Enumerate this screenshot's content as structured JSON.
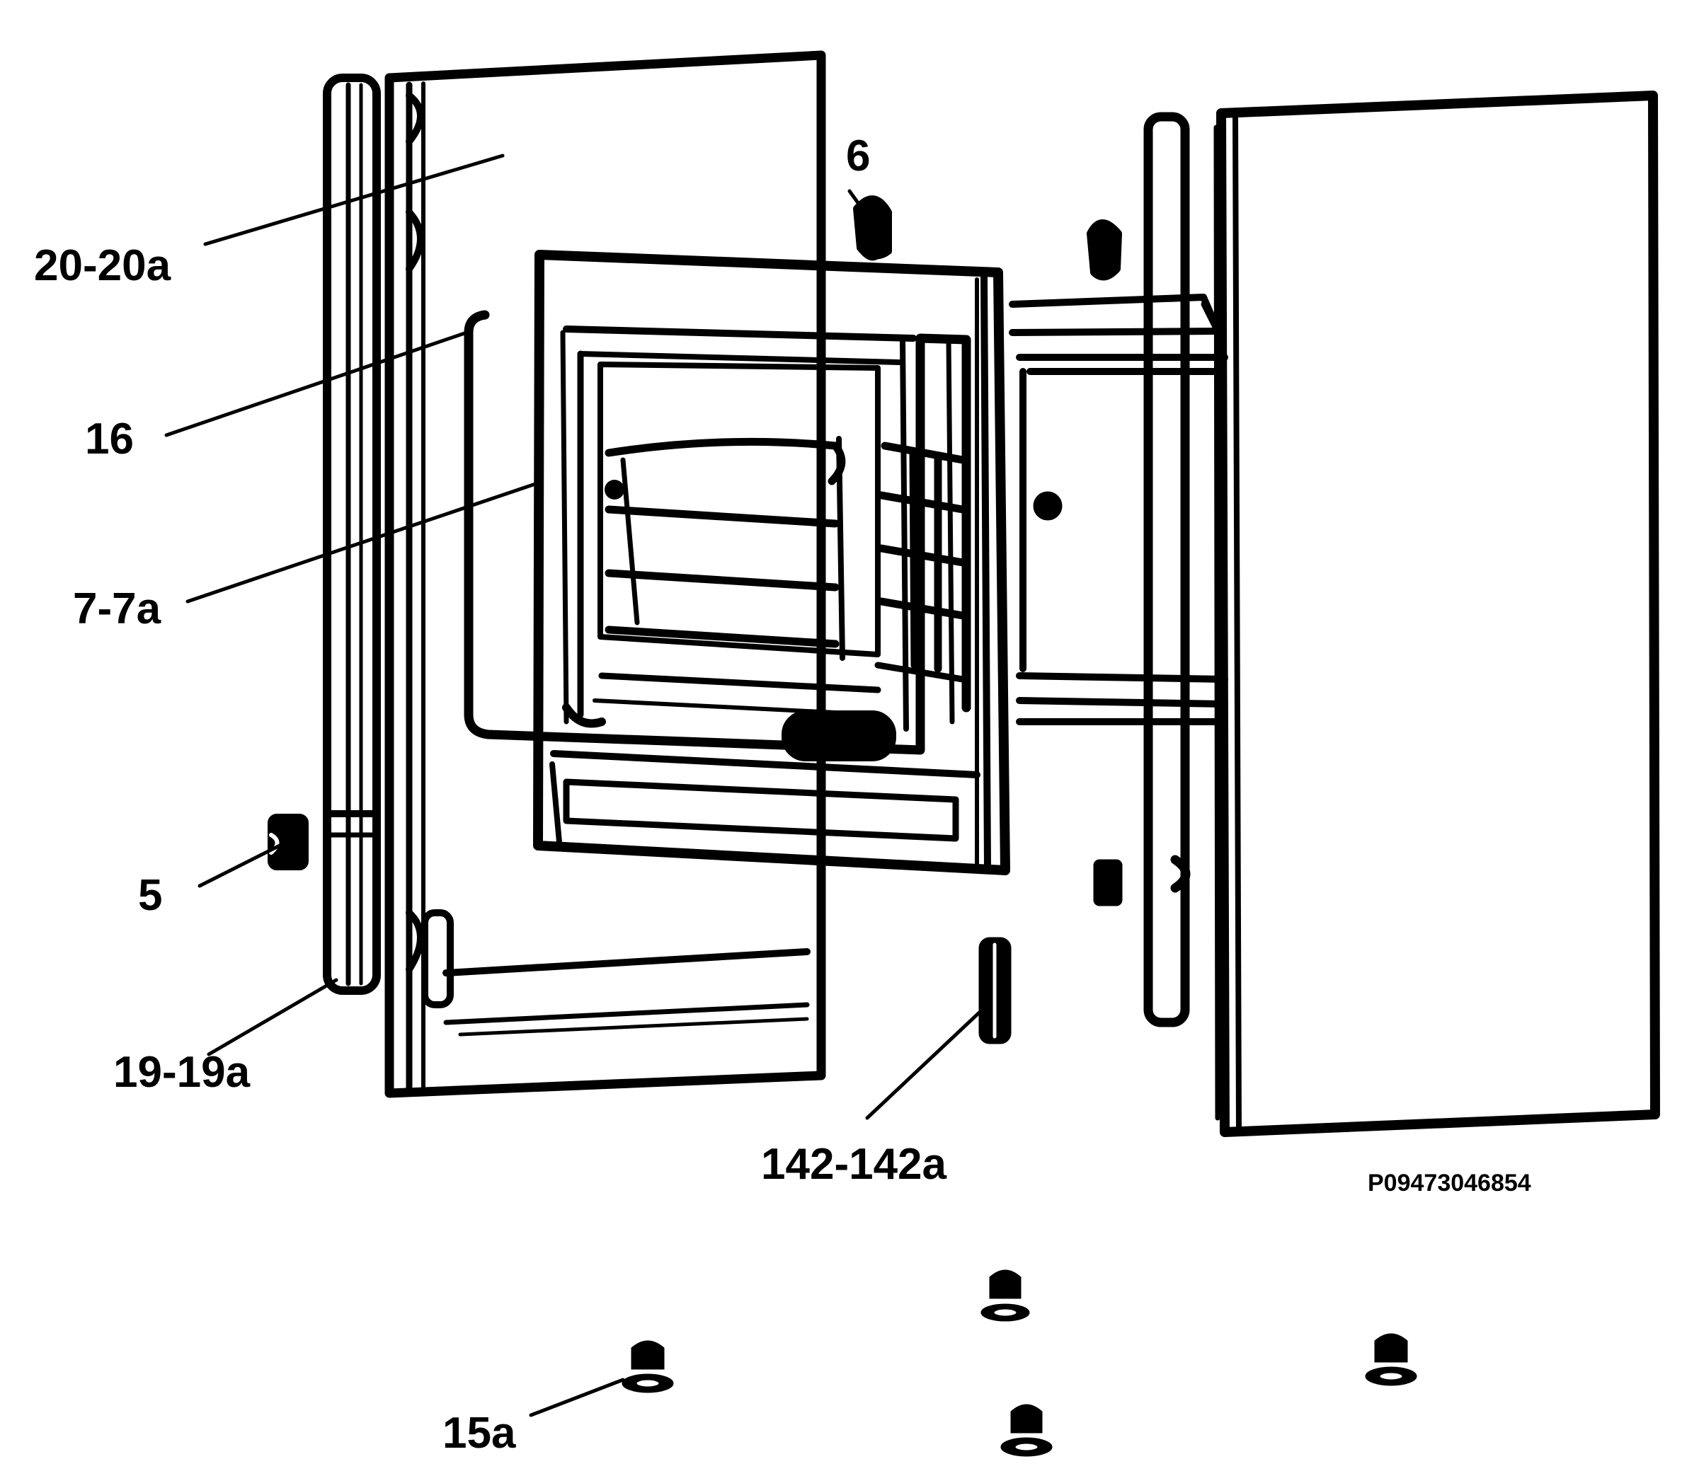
{
  "colors": {
    "ink": "#000000",
    "paper": "#ffffff"
  },
  "labels": {
    "part_20_20a": "20-20a",
    "part_16": "16",
    "part_7_7a": "7-7a",
    "part_5": "5",
    "part_19_19a": "19-19a",
    "part_6": "6",
    "part_142_142a": "142-142a",
    "part_15a": "15a"
  },
  "drawing_code": "P09473046854"
}
